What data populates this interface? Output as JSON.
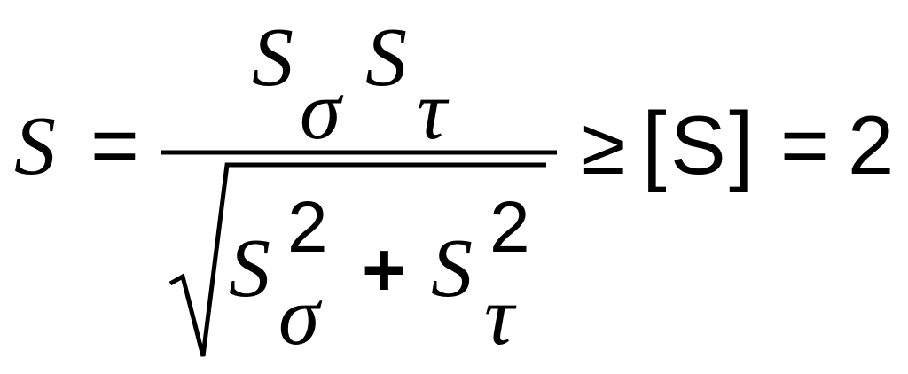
{
  "formula": {
    "lhs": "S",
    "equals": "=",
    "numerator": {
      "factor1": "S",
      "factor1_sub": "σ",
      "factor2": "S",
      "factor2_sub": "τ"
    },
    "denominator": {
      "term1": "S",
      "term1_sub": "σ",
      "term1_sup": "2",
      "plus": "+",
      "term2": "S",
      "term2_sub": "τ",
      "term2_sup": "2"
    },
    "relation": "≥",
    "bracket_open": "[",
    "bracket_symbol": "S",
    "bracket_close": "]",
    "equals2": "=",
    "value": "2"
  }
}
